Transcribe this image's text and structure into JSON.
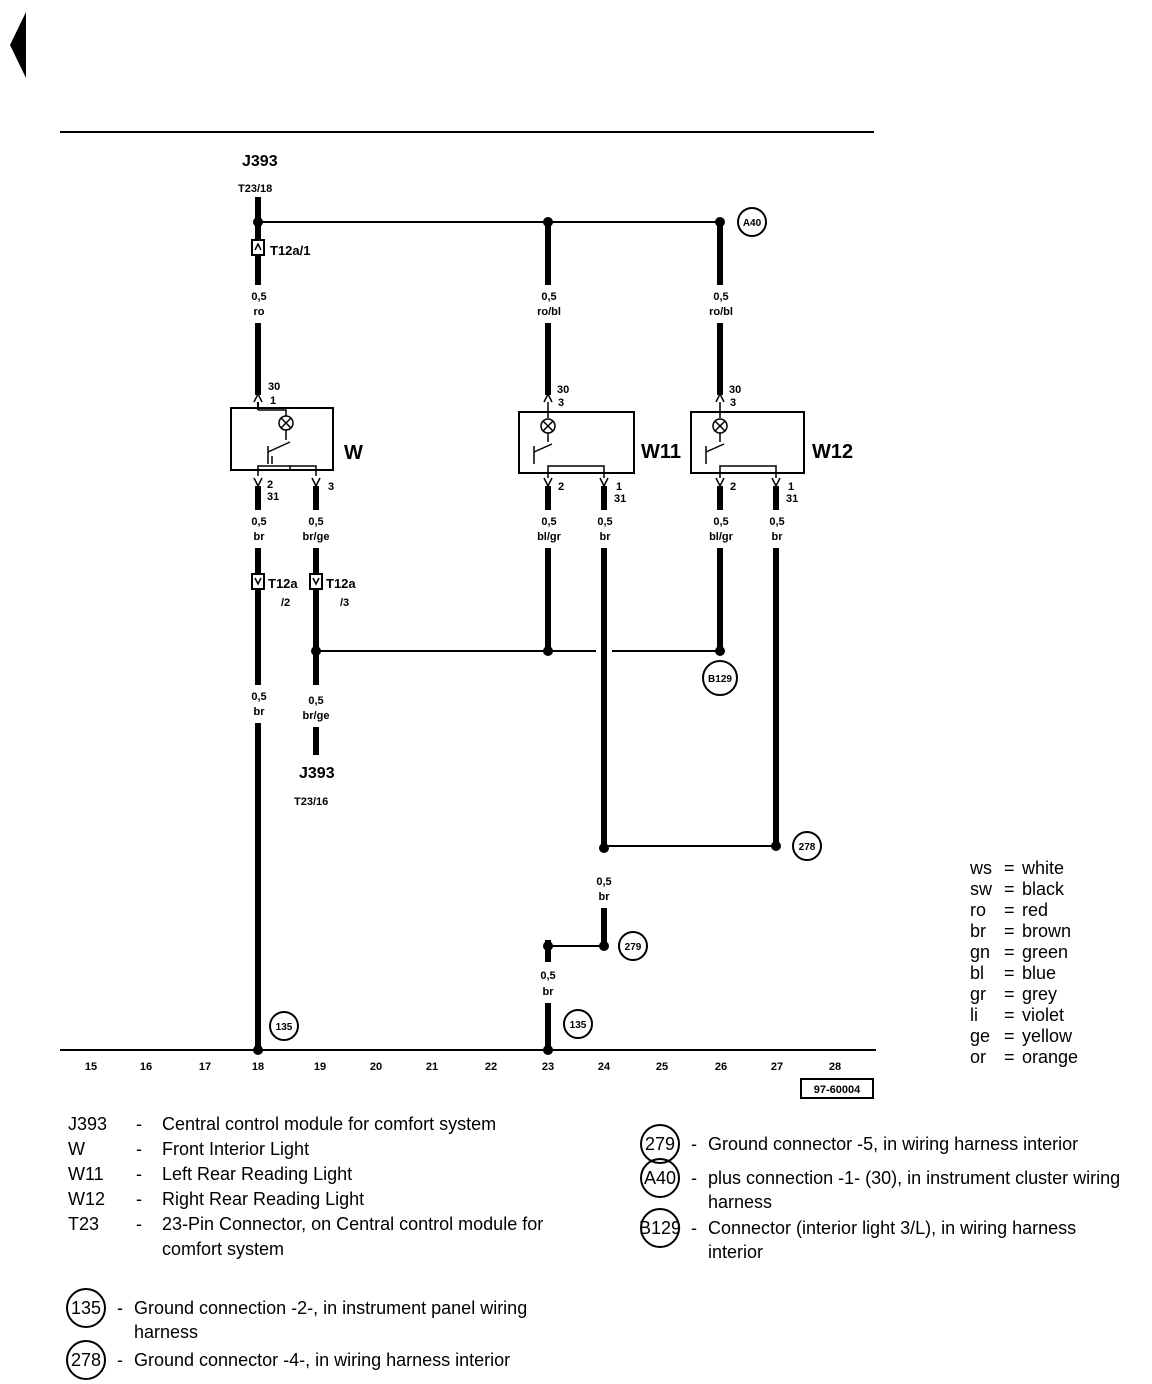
{
  "top_labels": {
    "j393_top": "J393",
    "t23_18": "T23/18",
    "j393_bottom": "J393",
    "t23_16": "T23/16",
    "t12a_1": "T12a/1",
    "t12a_2": "T12a",
    "t12a_2_pin": "/2",
    "t12a_3": "T12a",
    "t12a_3_pin": "/3"
  },
  "components": {
    "w": "W",
    "w11": "W11",
    "w12": "W12"
  },
  "wires": {
    "w_in_size": "0,5",
    "w_in_color": "ro",
    "w11_in_size": "0,5",
    "w11_in_color": "ro/bl",
    "w12_in_size": "0,5",
    "w12_in_color": "ro/bl",
    "w_out1_size": "0,5",
    "w_out1_color": "br",
    "w_out2_size": "0,5",
    "w_out2_color": "br/ge",
    "w11_out1_size": "0,5",
    "w11_out1_color": "bl/gr",
    "w11_out2_size": "0,5",
    "w11_out2_color": "br",
    "w12_out1_size": "0,5",
    "w12_out1_color": "bl/gr",
    "w12_out2_size": "0,5",
    "w12_out2_color": "br",
    "col18_size": "0,5",
    "col18_color": "br",
    "col19_size": "0,5",
    "col19_color": "br/ge",
    "col24_size": "0,5",
    "col24_color": "br",
    "col23_size": "0,5",
    "col23_color": "br"
  },
  "pins": {
    "w_30": "30",
    "w_1": "1",
    "w_2": "2",
    "w_31": "31",
    "w_3": "3",
    "w11_30": "30",
    "w11_3": "3",
    "w11_2": "2",
    "w11_1": "1",
    "w11_31": "31",
    "w12_30": "30",
    "w12_3": "3",
    "w12_2": "2",
    "w12_1": "1",
    "w12_31": "31"
  },
  "connectors": {
    "a40": "A40",
    "b129": "B129",
    "g278": "278",
    "g279": "279",
    "g135a": "135",
    "g135b": "135"
  },
  "columns": [
    "15",
    "16",
    "17",
    "18",
    "19",
    "20",
    "21",
    "22",
    "23",
    "24",
    "25",
    "26",
    "27",
    "28"
  ],
  "drawing_number": "97-60004",
  "color_legend": [
    {
      "abbr": "ws",
      "name": "white"
    },
    {
      "abbr": "sw",
      "name": "black"
    },
    {
      "abbr": "ro",
      "name": "red"
    },
    {
      "abbr": "br",
      "name": "brown"
    },
    {
      "abbr": "gn",
      "name": "green"
    },
    {
      "abbr": "bl",
      "name": "blue"
    },
    {
      "abbr": "gr",
      "name": "grey"
    },
    {
      "abbr": "li",
      "name": "violet"
    },
    {
      "abbr": "ge",
      "name": "yellow"
    },
    {
      "abbr": "or",
      "name": "orange"
    }
  ],
  "component_key": [
    {
      "code": "J393",
      "desc": "Central control module for comfort system"
    },
    {
      "code": "W",
      "desc": "Front Interior Light"
    },
    {
      "code": "W11",
      "desc": "Left Rear Reading Light"
    },
    {
      "code": "W12",
      "desc": "Right Rear Reading Light"
    },
    {
      "code": "T23",
      "desc": "23-Pin Connector, on Central control module for comfort system"
    }
  ],
  "ground_key_left": [
    {
      "code": "135",
      "desc": "Ground connection -2-, in instrument panel wiring harness"
    },
    {
      "code": "278",
      "desc": "Ground connector -4-, in wiring harness interior"
    }
  ],
  "ground_key_right": [
    {
      "code": "279",
      "desc": "Ground connector -5, in wiring harness interior"
    },
    {
      "code": "A40",
      "desc": "plus connection -1- (30), in instrument cluster wiring harness"
    },
    {
      "code": "B129",
      "desc": "Connector (interior light 3/L), in wiring harness interior"
    }
  ]
}
